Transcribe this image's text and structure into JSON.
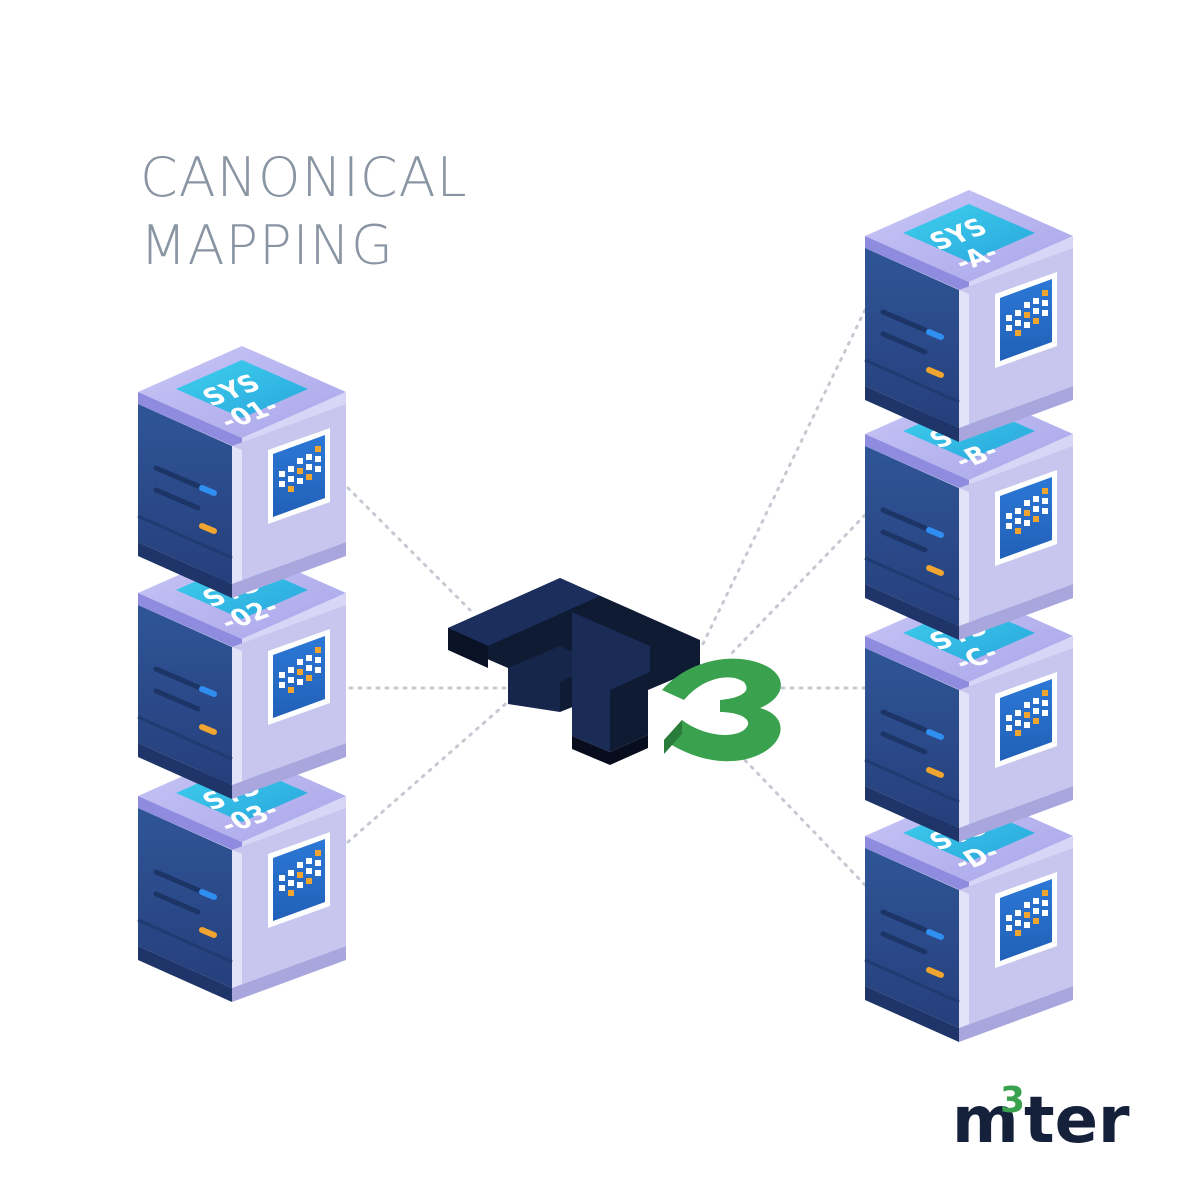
{
  "title": {
    "line1": "CANONICAL",
    "line2": "MAPPING"
  },
  "left_servers": [
    {
      "line1": "SYS",
      "line2": "-01-"
    },
    {
      "line1": "SYS",
      "line2": "-02-"
    },
    {
      "line1": "SYS",
      "line2": "-03-"
    }
  ],
  "right_servers": [
    {
      "line1": "SYS",
      "line2": "-A-"
    },
    {
      "line1": "SYS",
      "line2": "-B-"
    },
    {
      "line1": "SYS",
      "line2": "-C-"
    },
    {
      "line1": "SYS",
      "line2": "-D-"
    }
  ],
  "brand": {
    "prefix": "m",
    "superscript": "3",
    "suffix": "ter"
  },
  "center_logo": {
    "icon": "m3-logo-icon"
  },
  "colors": {
    "title": "#8a95a3",
    "server_top": "#b9b6f0",
    "server_front": "#2c4f8f",
    "server_side": "#c6c4ee",
    "label_cyan": "#2fc4e6",
    "logo_dark": "#15213b",
    "logo_green": "#3aa24f",
    "led_blue": "#2f8ef0",
    "led_orange": "#f0a531",
    "connector": "#c5cad2"
  }
}
